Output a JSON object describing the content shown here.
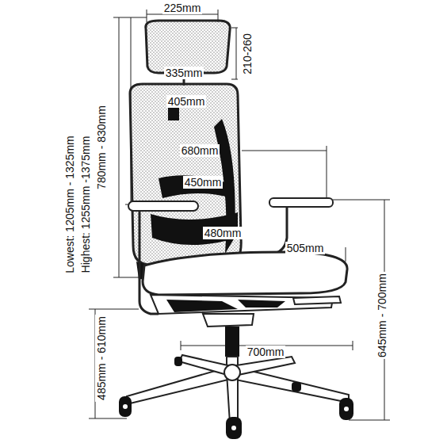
{
  "diagram": {
    "labels": [
      "225mm",
      "210-260",
      "335mm",
      "405mm",
      "680mm",
      "450mm",
      "480mm",
      "505mm",
      "700mm",
      "645mm - 700mm",
      "485mm - 610mm",
      "Lowest: 1205mm - 1325mm",
      "Highest: 1255mm -1375mm",
      "780mm - 830mm"
    ]
  }
}
